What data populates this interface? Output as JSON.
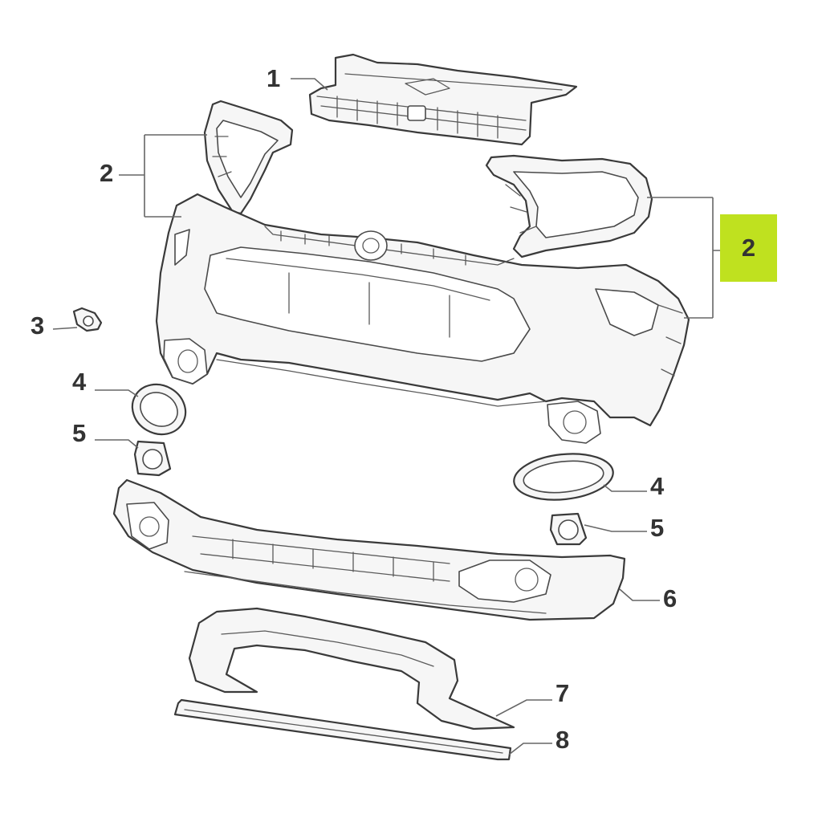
{
  "diagram": {
    "highlight_color": "#bfe11f",
    "highlighted_callout": "2",
    "callouts": [
      {
        "id": "c1",
        "label": "1"
      },
      {
        "id": "c2-left",
        "label": "2"
      },
      {
        "id": "c3",
        "label": "3"
      },
      {
        "id": "c4-left",
        "label": "4"
      },
      {
        "id": "c5-left",
        "label": "5"
      },
      {
        "id": "c4-right",
        "label": "4"
      },
      {
        "id": "c5-right",
        "label": "5"
      },
      {
        "id": "c6",
        "label": "6"
      },
      {
        "id": "c7",
        "label": "7"
      },
      {
        "id": "c8",
        "label": "8"
      }
    ]
  }
}
